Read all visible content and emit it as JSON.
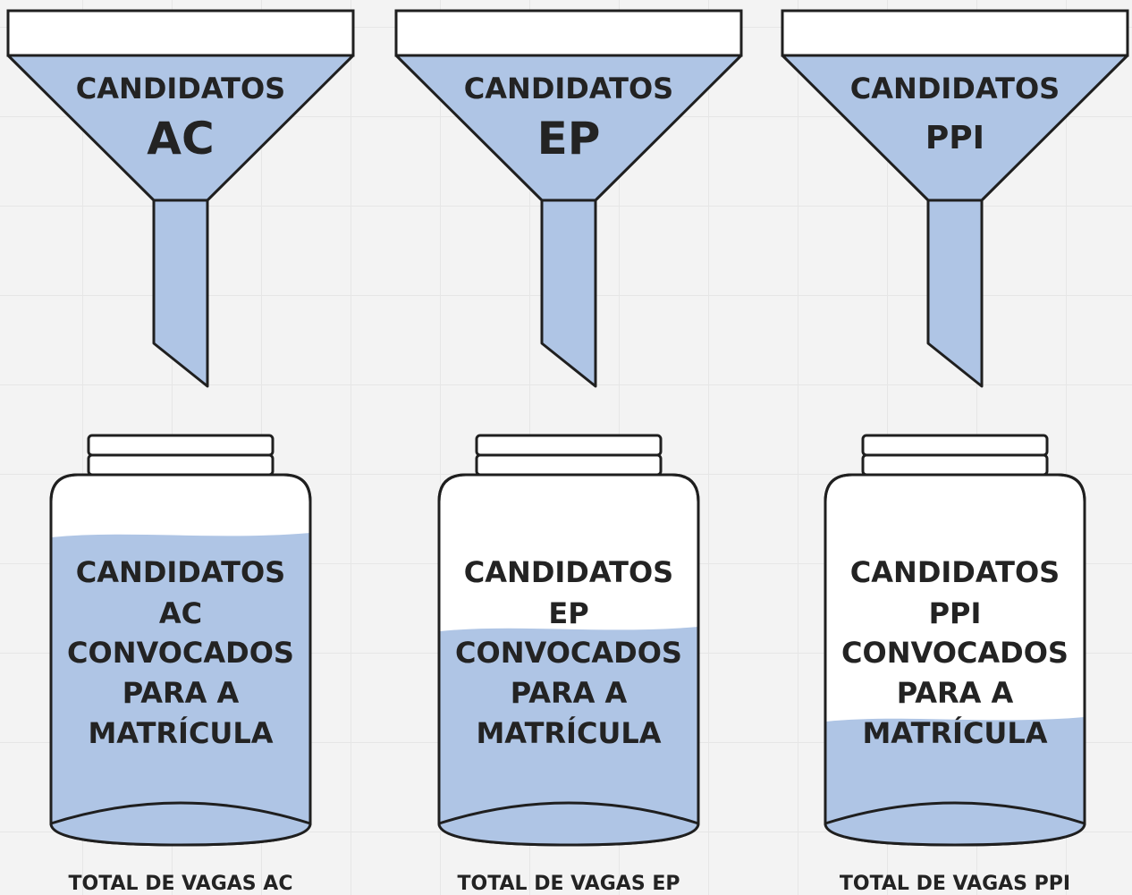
{
  "colors": {
    "fill": "#afc5e5",
    "stroke": "#1f1f1f",
    "text": "#232323",
    "background": "#f3f3f3"
  },
  "columns": [
    {
      "funnel_title": "CANDIDATOS",
      "funnel_code": "AC",
      "jar_lines": [
        "CANDIDATOS",
        "AC",
        "CONVOCADOS",
        "PARA A",
        "MATRÍCULA"
      ],
      "caption": "TOTAL DE VAGAS AC",
      "fill_level": 0.86
    },
    {
      "funnel_title": "CANDIDATOS",
      "funnel_code": "EP",
      "jar_lines": [
        "CANDIDATOS",
        "EP",
        "CONVOCADOS",
        "PARA A",
        "MATRÍCULA"
      ],
      "caption": "TOTAL DE VAGAS EP",
      "fill_level": 0.6
    },
    {
      "funnel_title": "CANDIDATOS",
      "funnel_code": "PPI",
      "jar_lines": [
        "CANDIDATOS",
        "PPI",
        "CONVOCADOS",
        "PARA A",
        "MATRÍCULA"
      ],
      "caption": "TOTAL DE VAGAS PPI",
      "fill_level": 0.35
    }
  ]
}
